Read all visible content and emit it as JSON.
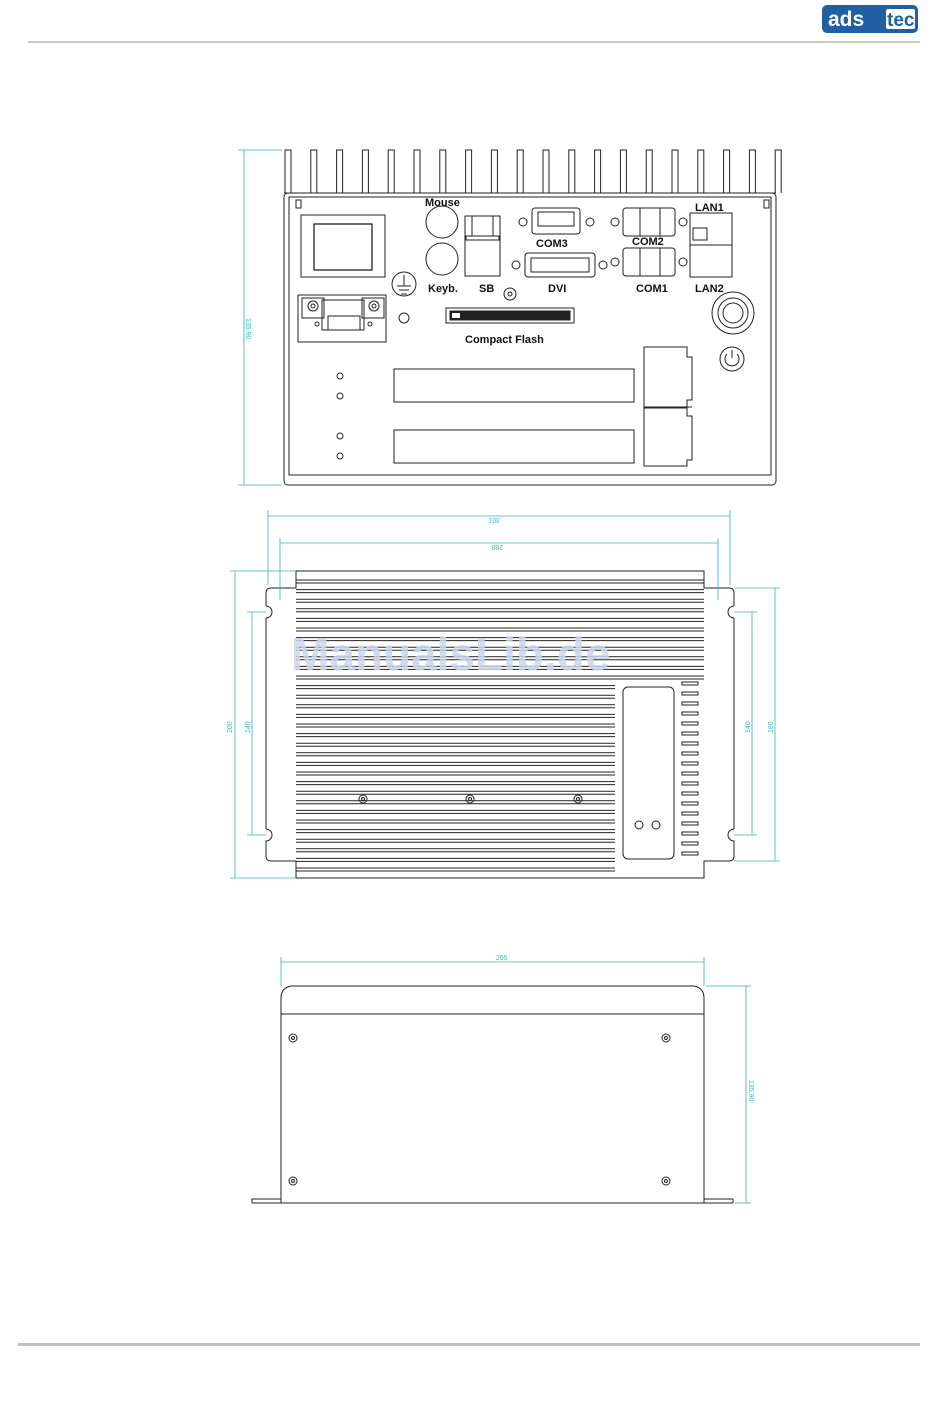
{
  "header": {
    "logo_left": "ads",
    "logo_right": "tec",
    "brand_color": "#1f5fa3"
  },
  "front_view": {
    "height_dimension": "135.90",
    "labels": {
      "mouse": "Mouse",
      "keyb": "Keyb.",
      "sb": "SB",
      "com3": "COM3",
      "dvi": "DVI",
      "com2": "COM2",
      "com1": "COM1",
      "lan1": "LAN1",
      "lan2": "LAN2",
      "compact_flash": "Compact Flash"
    }
  },
  "top_view": {
    "dim_outer_width": "301",
    "dim_inner_width": "288",
    "dim_left_outer": "200",
    "dim_left_inner": "140",
    "dim_right_inner": "140",
    "dim_right_outer": "180",
    "watermark": "ManualsLib.de"
  },
  "side_view": {
    "dim_width": "265",
    "dim_height": "135.90"
  },
  "colors": {
    "dimension": "#33b5b5",
    "line": "#222222"
  }
}
